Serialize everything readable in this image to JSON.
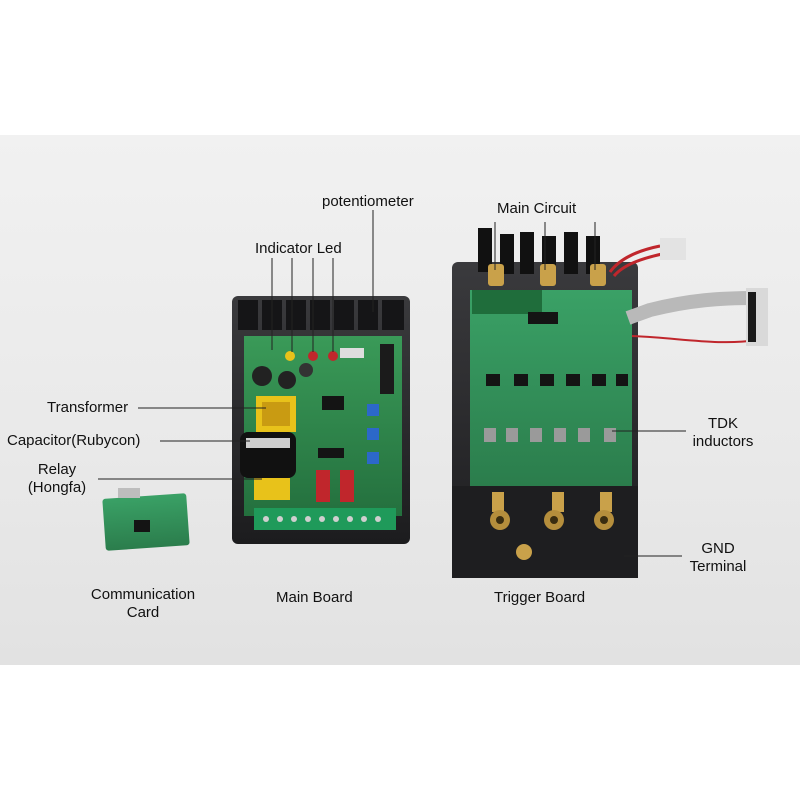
{
  "labels": {
    "potentiometer": "potentiometer",
    "indicator_led": "Indicator Led",
    "main_circuit": "Main Circuit",
    "transformer": "Transformer",
    "capacitor": "Capacitor(Rubycon)",
    "relay_line1": "Relay",
    "relay_line2": "(Hongfa)",
    "tdk_line1": "TDK",
    "tdk_line2": "inductors",
    "gnd_line1": "GND",
    "gnd_line2": "Terminal",
    "comm_line1": "Communication",
    "comm_line2": "Card",
    "main_board": "Main Board",
    "trigger_board": "Trigger Board"
  },
  "colors": {
    "background": "#ffffff",
    "photo_background": "#ebebeb",
    "enclosure": "#2b2b2d",
    "pcb": "#2f8a4d",
    "terminal_block": "#1f9a5a",
    "relay_red": "#c0262c",
    "transformer_yellow": "#e8c21a",
    "heatsink": "#1a1a1a",
    "brass": "#c9a14a",
    "ribbon": "#b9b9b9"
  }
}
